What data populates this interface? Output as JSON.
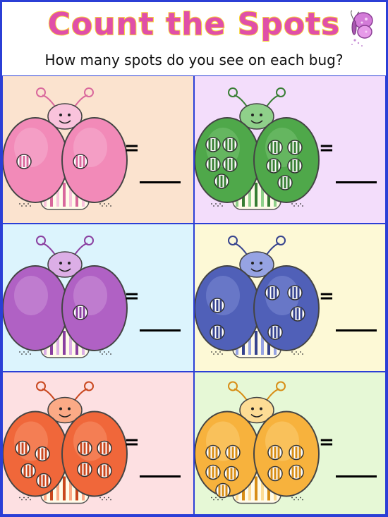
{
  "header": {
    "title": "Count the Spots",
    "subtitle": "How many spots do you see on each bug?"
  },
  "colors": {
    "border": "#2b3fd6",
    "title_fill": "#e04fa8",
    "title_outline": "#f7d43a"
  },
  "answer_symbol": "=",
  "bugs": [
    {
      "name": "pink-ladybug",
      "body": "#f28ab8",
      "dark": "#d9689c",
      "light": "#f9c3dc",
      "spots": 2,
      "background": "#fbe3cf"
    },
    {
      "name": "green-ladybug",
      "body": "#4fa84a",
      "dark": "#377d33",
      "light": "#8fd08a",
      "spots": 10,
      "background": "#f3ddfb"
    },
    {
      "name": "purple-ladybug",
      "body": "#b061c4",
      "dark": "#8a3fa0",
      "light": "#dcaee6",
      "spots": 1,
      "background": "#dcf4fd"
    },
    {
      "name": "blue-ladybug",
      "body": "#5060b8",
      "dark": "#36438e",
      "light": "#96a3e3",
      "spots": 6,
      "background": "#fdf9d6"
    },
    {
      "name": "orange-ladybug",
      "body": "#f0673a",
      "dark": "#c9471e",
      "light": "#fbaa86",
      "spots": 8,
      "background": "#fde0e2"
    },
    {
      "name": "yellow-ladybug",
      "body": "#f7b23d",
      "dark": "#d88e16",
      "light": "#fddc95",
      "spots": 9,
      "background": "#e6f8d6"
    }
  ]
}
